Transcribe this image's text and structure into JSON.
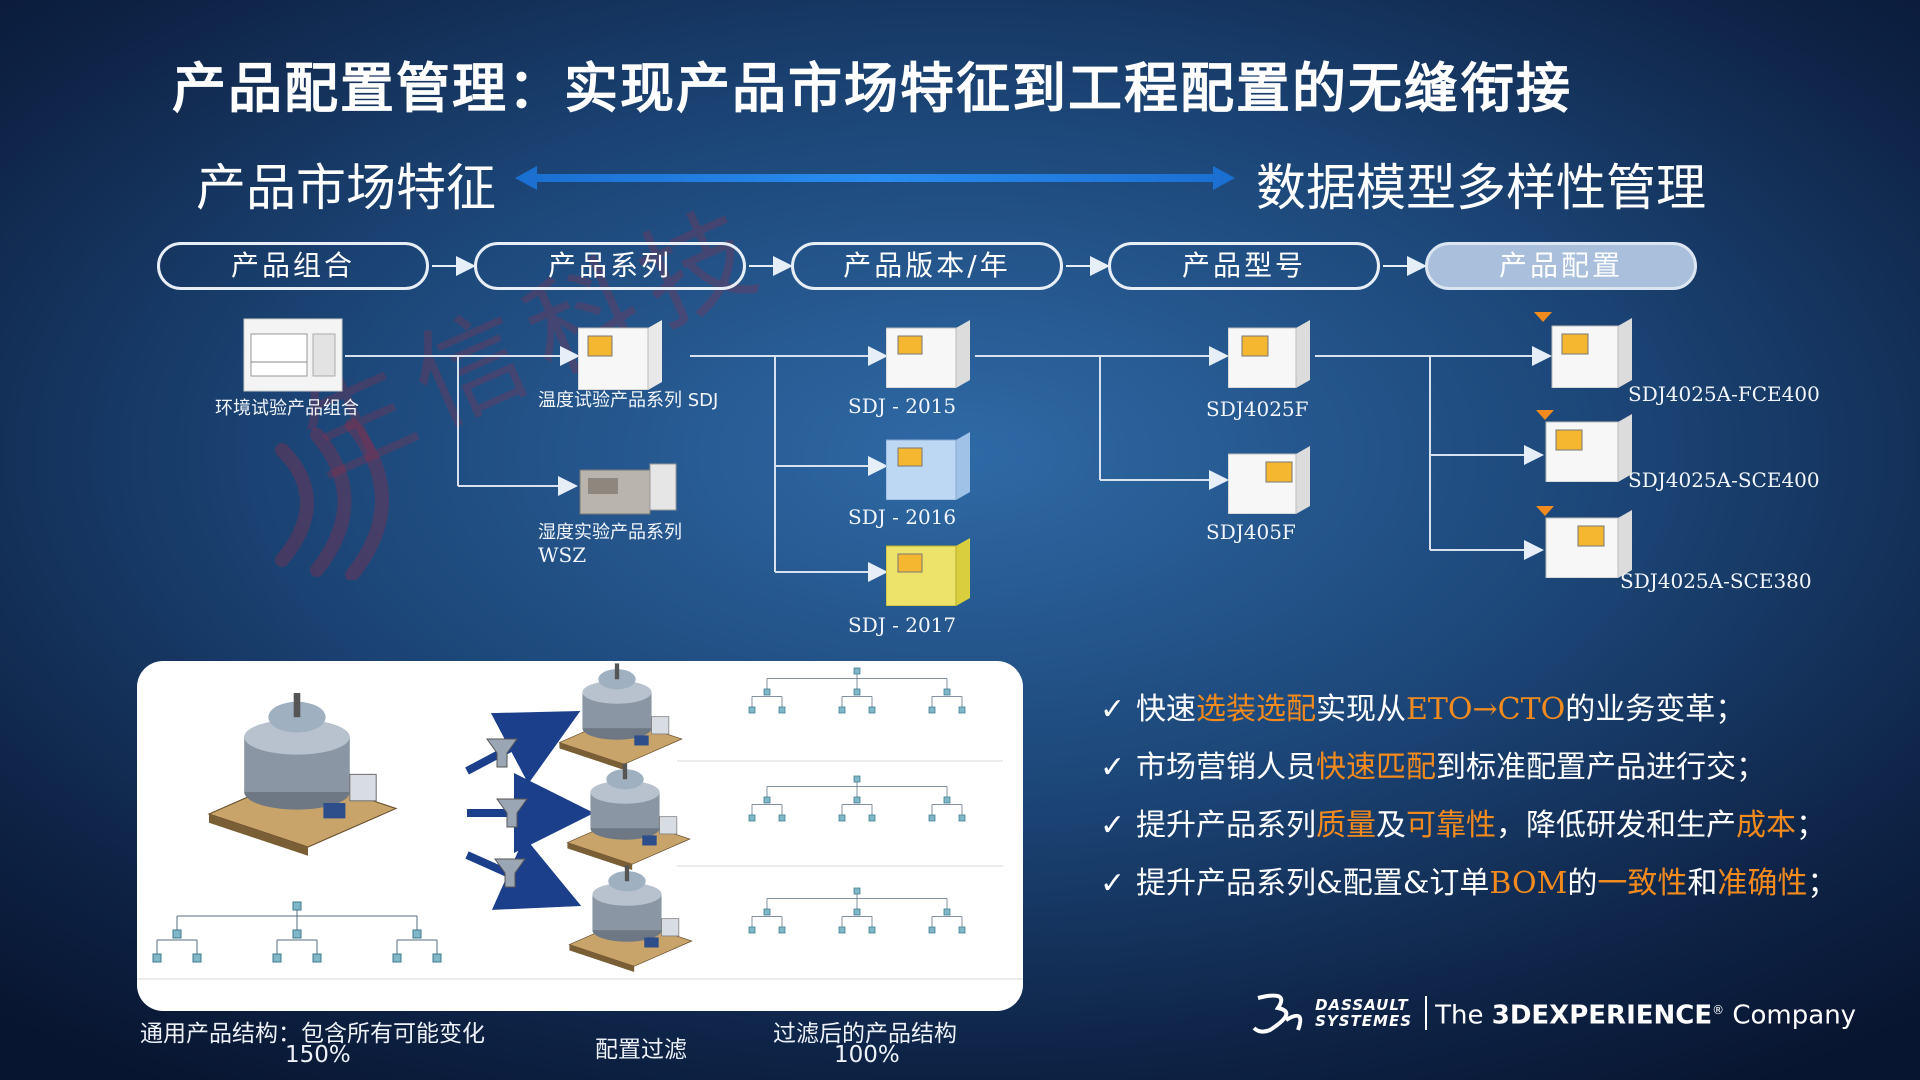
{
  "title": "产品配置管理：实现产品市场特征到工程配置的无缝衔接",
  "subtitle_left": "产品市场特征",
  "subtitle_right": "数据模型多样性管理",
  "stages": [
    "产品组合",
    "产品系列",
    "产品版本/年",
    "产品型号",
    "产品配置"
  ],
  "nodes": {
    "portfolio": "环境试验产品组合",
    "series_sdj": "温度试验产品系列 SDJ",
    "series_wsz_1": "湿度实验产品系列",
    "series_wsz_2": "WSZ",
    "ver_2015": "SDJ - 2015",
    "ver_2016": "SDJ - 2016",
    "ver_2017": "SDJ - 2017",
    "model_1": "SDJ4025F",
    "model_2": "SDJ405F",
    "config_1": "SDJ4025A-FCE400",
    "config_2": "SDJ4025A-SCE400",
    "config_3": "SDJ4025A-SCE380"
  },
  "watermark": "生信科技",
  "captions": {
    "generic_1": "通用产品结构：包含所有可能变化",
    "generic_2": "150%",
    "filter": "配置过滤",
    "filtered_1": "过滤后的产品结构",
    "filtered_2": "100%"
  },
  "bullets": [
    [
      {
        "t": "快速"
      },
      {
        "t": "选装选配",
        "h": true
      },
      {
        "t": "实现从"
      },
      {
        "t": "ETO→CTO",
        "h": true
      },
      {
        "t": "的业务变革；"
      }
    ],
    [
      {
        "t": "市场营销人员"
      },
      {
        "t": "快速匹配",
        "h": true
      },
      {
        "t": "到标准配置产品进行交；"
      }
    ],
    [
      {
        "t": "提升产品系列"
      },
      {
        "t": "质量",
        "h": true
      },
      {
        "t": "及"
      },
      {
        "t": "可靠性",
        "h": true
      },
      {
        "t": "，降低研发和生产"
      },
      {
        "t": "成本",
        "h": true
      },
      {
        "t": "；"
      }
    ],
    [
      {
        "t": "提升产品系列&配置&订单"
      },
      {
        "t": "BOM",
        "h": true
      },
      {
        "t": "的"
      },
      {
        "t": "一致性",
        "h": true
      },
      {
        "t": "和"
      },
      {
        "t": "准确性",
        "h": true
      },
      {
        "t": "；"
      }
    ]
  ],
  "logo": {
    "brand1": "DASSAULT",
    "brand2": "SYSTEMES",
    "tagline_pre": "The ",
    "tagline_bold": "3DEXPERIENCE",
    "tagline_post": " Company"
  },
  "colors": {
    "highlight": "#f28a1e",
    "arrow": "#1e7fe0"
  }
}
